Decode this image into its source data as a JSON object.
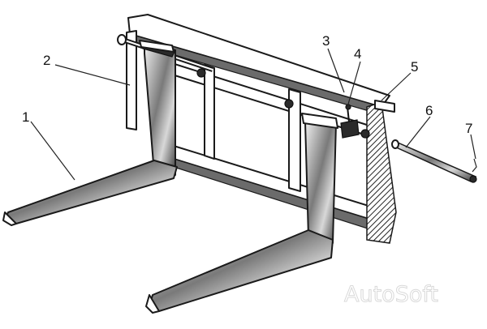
{
  "callouts": [
    {
      "id": "1",
      "text": "1"
    },
    {
      "id": "2",
      "text": "2"
    },
    {
      "id": "3",
      "text": "3"
    },
    {
      "id": "4",
      "text": "4"
    },
    {
      "id": "5",
      "text": "5"
    },
    {
      "id": "6",
      "text": "6"
    },
    {
      "id": "7",
      "text": "7"
    }
  ],
  "watermark": "AutoSoft"
}
